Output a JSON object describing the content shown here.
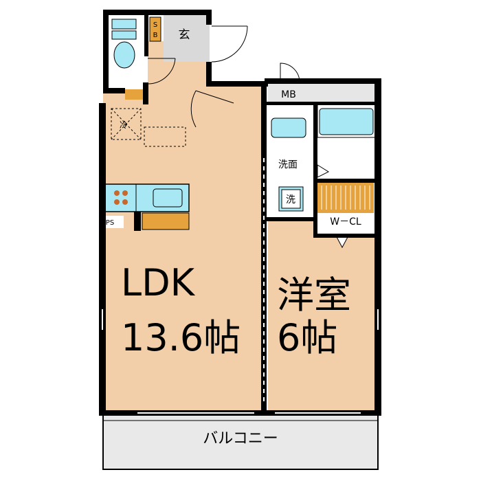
{
  "rooms": {
    "ldk_name": "LDK",
    "ldk_size": "13.6帖",
    "western_name": "洋室",
    "western_size": "6帖",
    "balcony": "バルコニー",
    "entrance": "玄",
    "mb": "MB",
    "washroom": "洗面",
    "washer": "洗",
    "wcl": "W－CL",
    "sb_s": "S",
    "sb_b": "B",
    "fridge": "冷",
    "ps": "PS"
  },
  "colors": {
    "floor": "#f2cfa9",
    "wet": "#ffffff",
    "fixture": "#a8e8f4",
    "wall": "#000000",
    "balcony": "#e9e9e9",
    "counter": "#e6a23c",
    "entrance": "#d9d9d9"
  }
}
